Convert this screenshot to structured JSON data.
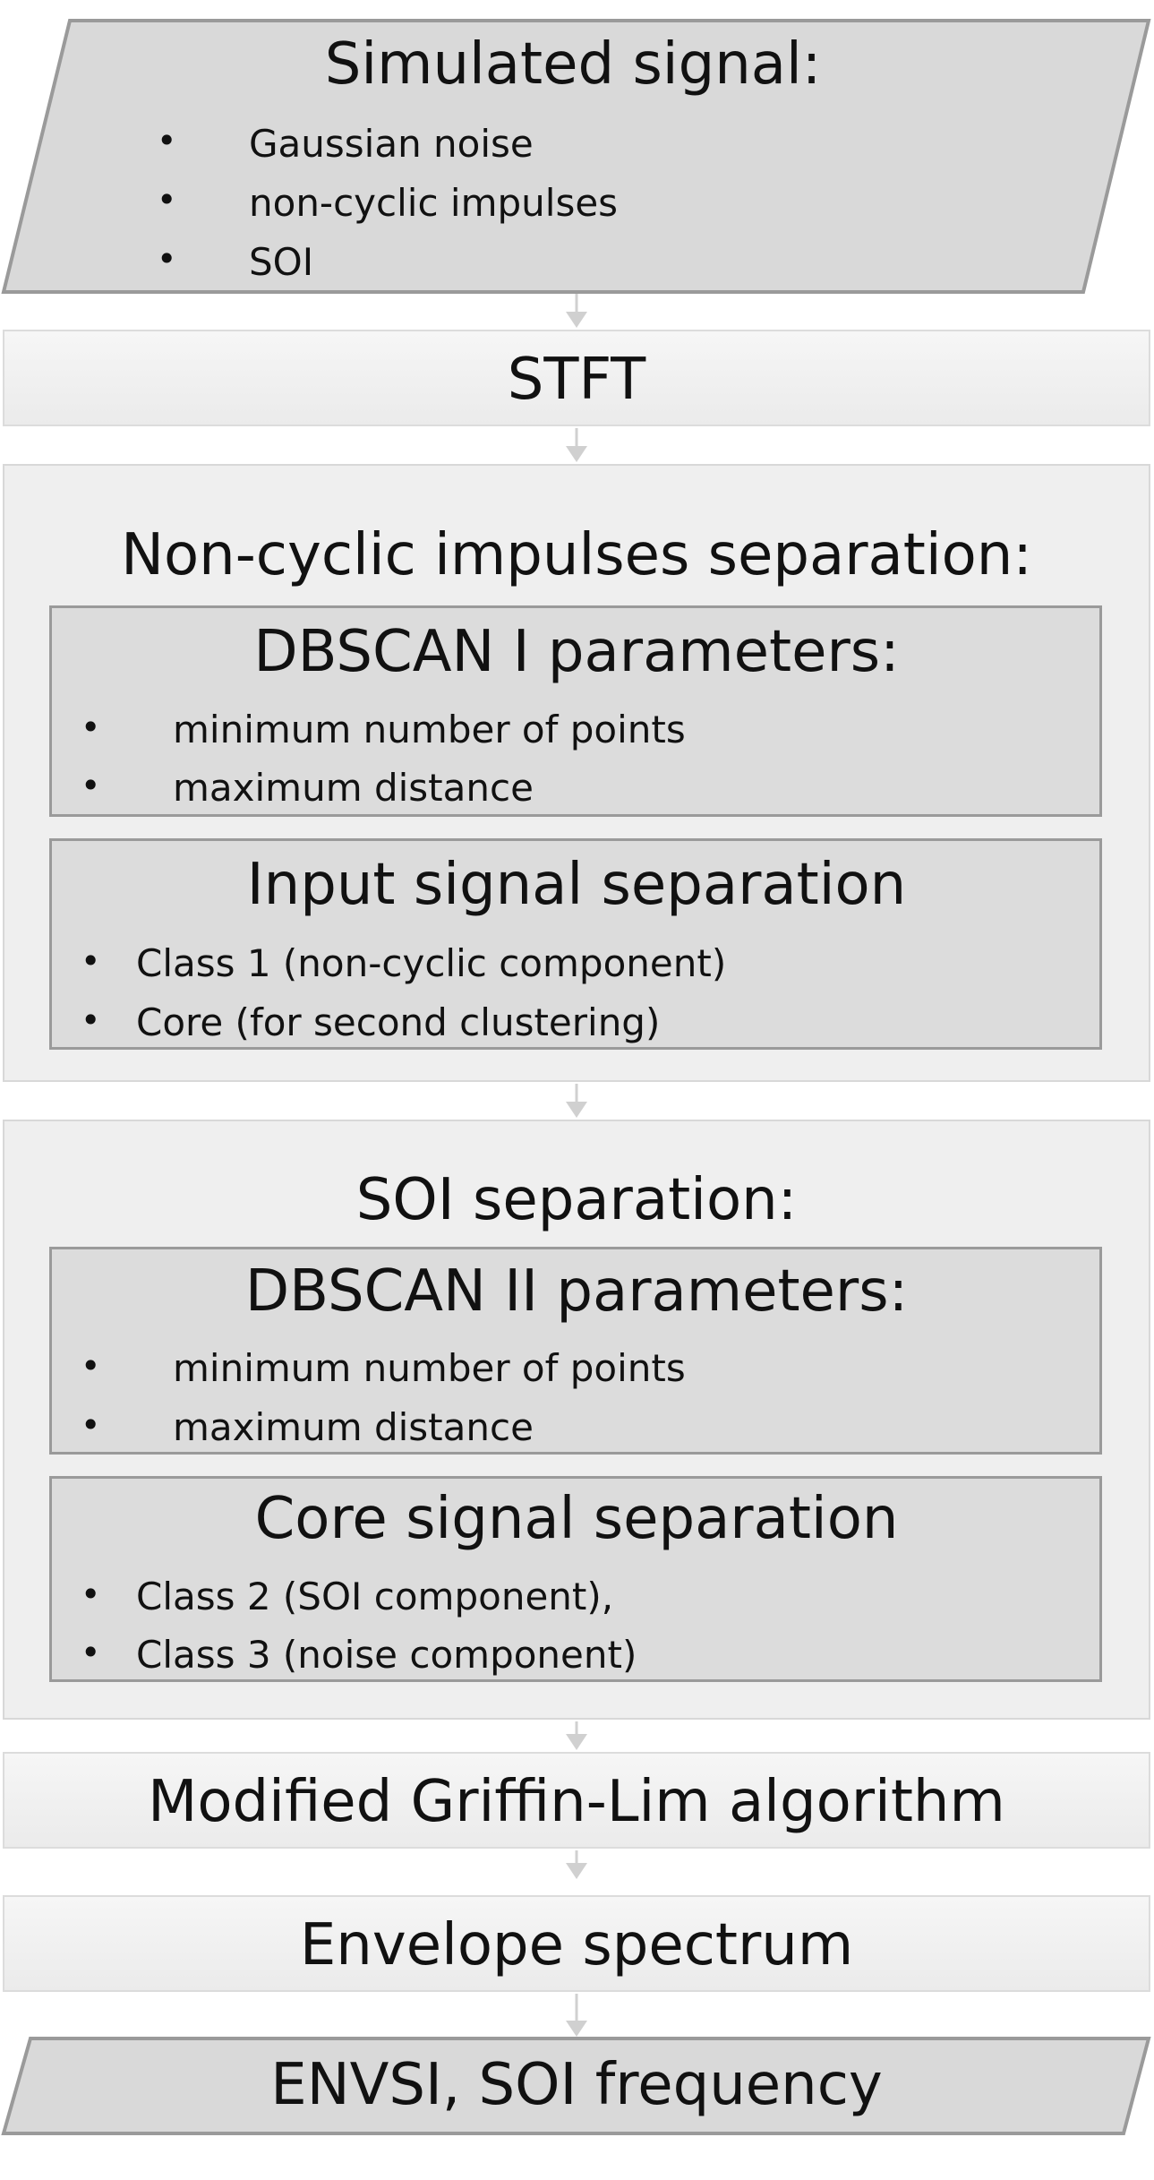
{
  "input": {
    "title": "Simulated signal:",
    "items": [
      "Gaussian noise",
      "non-cyclic impulses",
      "SOI"
    ]
  },
  "stft": {
    "label": "STFT"
  },
  "noncyclic": {
    "title": "Non-cyclic impulses separation:",
    "dbscan": {
      "title": "DBSCAN I parameters:",
      "items": [
        "minimum number of points",
        "maximum distance"
      ]
    },
    "separation": {
      "title": "Input signal separation",
      "items": [
        "Class 1 (non-cyclic component)",
        "Core (for second clustering)"
      ]
    }
  },
  "soi": {
    "title": "SOI separation:",
    "dbscan": {
      "title": "DBSCAN II parameters:",
      "items": [
        "minimum number of points",
        "maximum distance"
      ]
    },
    "separation": {
      "title": "Core signal separation",
      "items": [
        "Class 2 (SOI component),",
        "Class 3 (noise component)"
      ]
    }
  },
  "griffin": {
    "label": "Modified Griffin-Lim algorithm"
  },
  "envelope": {
    "label": "Envelope spectrum"
  },
  "output": {
    "label": "ENVSI, SOI frequency"
  },
  "colors": {
    "shape_fill": "#d9d9d9",
    "shape_border": "#9a9a9a",
    "process_fill": "#efefef",
    "connector": "#d0d0d0"
  }
}
